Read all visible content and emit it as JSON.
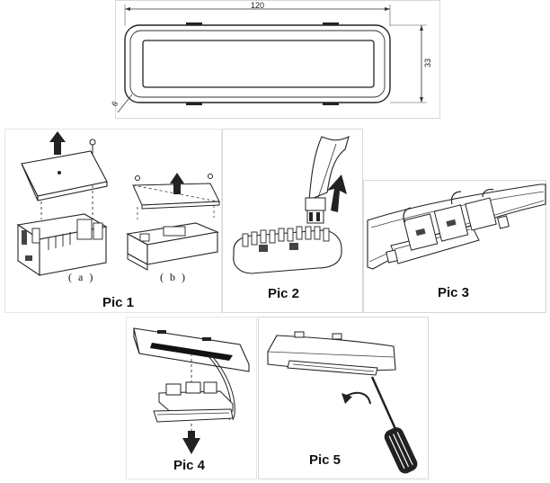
{
  "dimensions": {
    "width_label": "120",
    "height_label": "33",
    "radius_label": "6"
  },
  "pic1": {
    "caption": "Pic 1",
    "sub_a": "( a )",
    "sub_b": "( b )"
  },
  "pic2": {
    "caption": "Pic 2"
  },
  "pic3": {
    "caption": "Pic 3"
  },
  "pic4": {
    "caption": "Pic 4"
  },
  "pic5": {
    "caption": "Pic 5"
  }
}
